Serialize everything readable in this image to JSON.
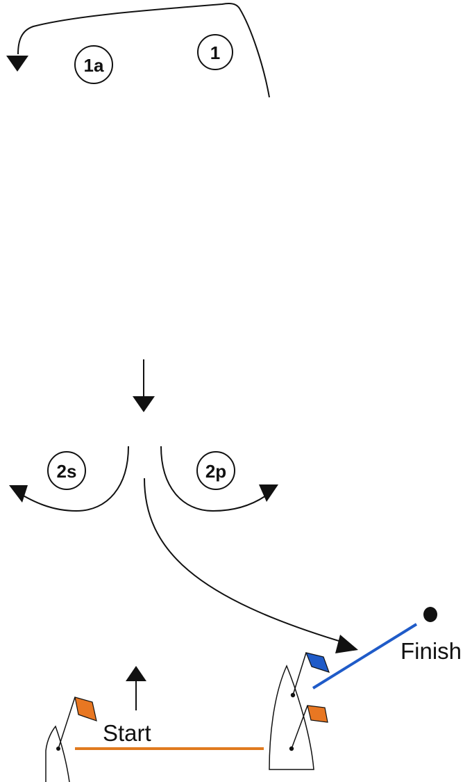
{
  "marks": {
    "m1": "1",
    "m1a": "1a",
    "m2s": "2s",
    "m2p": "2p"
  },
  "labels": {
    "start": "Start",
    "finish": "Finish"
  },
  "colors": {
    "start_line": "#E07A1F",
    "finish_line": "#1F5BC8",
    "orange_flag": "#E87722",
    "blue_flag": "#1F5BC8",
    "ink": "#111111"
  }
}
